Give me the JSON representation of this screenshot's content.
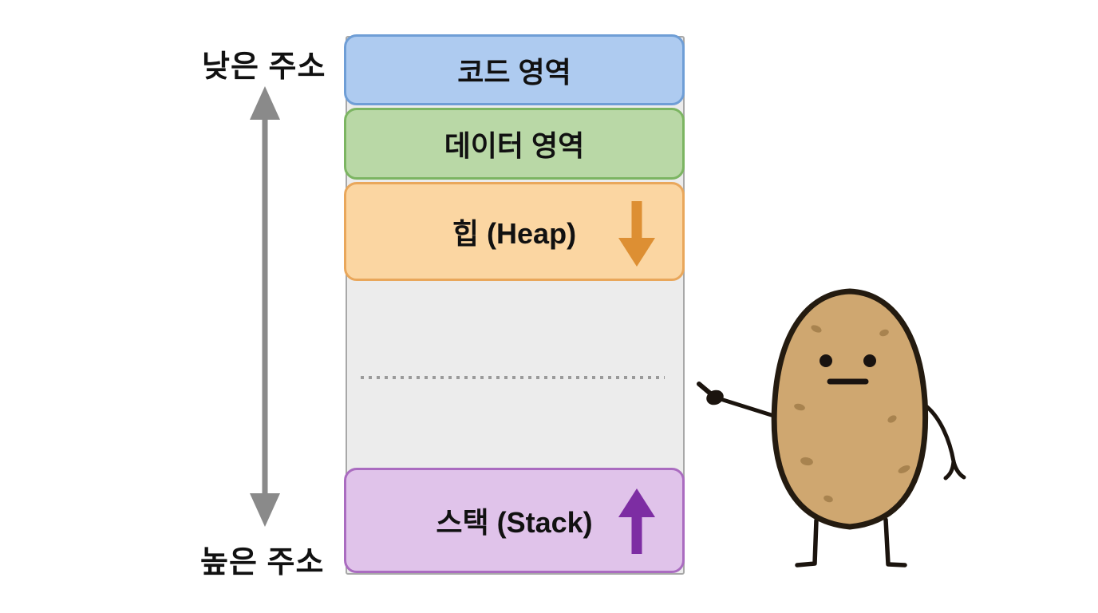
{
  "diagram": {
    "title_semantic": "process-memory-layout",
    "axis": {
      "low_address_label": "낮은 주소",
      "high_address_label": "높은 주소",
      "arrow_color": "#8a8a8a"
    },
    "memory_map": {
      "column": {
        "fill": "#ececec",
        "border": "#a8a8a8"
      },
      "regions": [
        {
          "id": "code",
          "label": "코드 영역",
          "fill": "#aecbf0",
          "border": "#6f9ed6"
        },
        {
          "id": "data",
          "label": "데이터 영역",
          "fill": "#b9d8a6",
          "border": "#7cb562"
        },
        {
          "id": "heap",
          "label": "힙 (Heap)",
          "fill": "#fbd6a2",
          "border": "#e9a75b",
          "growth_arrow": "down",
          "arrow_color": "#dd8f33"
        },
        {
          "id": "free",
          "label": "",
          "fill": "#ececec",
          "divider": "dotted"
        },
        {
          "id": "stack",
          "label": "스택 (Stack)",
          "fill": "#e0c3ea",
          "border": "#aa6cc0",
          "growth_arrow": "up",
          "arrow_color": "#7d2da3"
        }
      ]
    },
    "character": {
      "name": "potato-mascot-pointing",
      "body_color": "#cfa770",
      "outline_color": "#241b10",
      "spot_color": "#a8834f"
    }
  }
}
